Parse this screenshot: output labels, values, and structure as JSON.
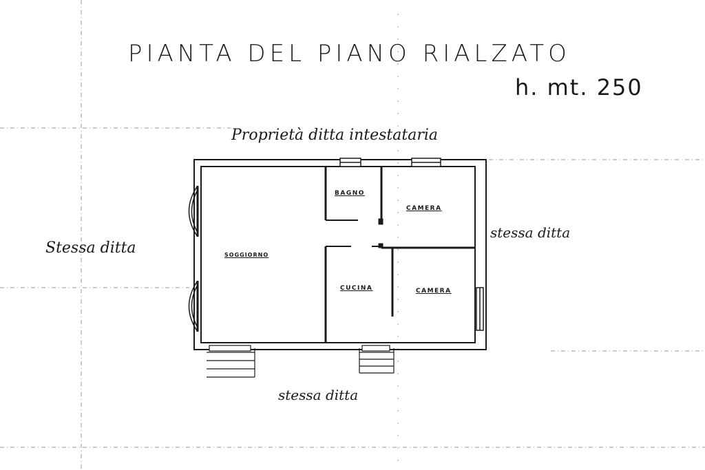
{
  "drawing": {
    "title": "PIANTA DEL PIANO RIALZATO",
    "height": "h. mt. 250"
  },
  "boundaries": {
    "north": "Proprietà ditta intestataria",
    "east": "stessa ditta",
    "west": "Stessa ditta",
    "south": "stessa ditta"
  },
  "rooms": {
    "bagno": "BAGNO",
    "camera_1": "CAMERA",
    "soggiorno": "SOGGIORNO",
    "cucina": "CUCINA",
    "camera_2": "CAMERA"
  },
  "colors": {
    "ink": "#1a1a1a",
    "guide": "#9a9a9a",
    "paper": "#ffffff"
  }
}
